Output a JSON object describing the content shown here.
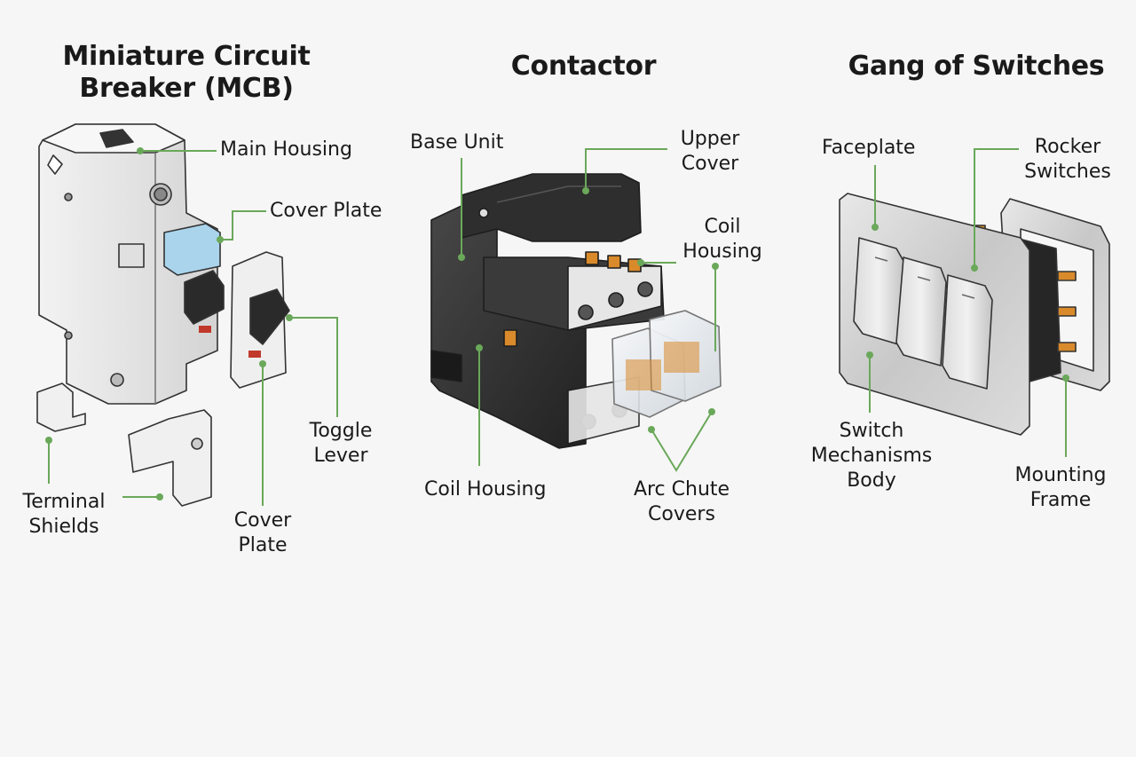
{
  "colors": {
    "background": "#f6f6f6",
    "leader_line": "#6aa85a",
    "housing_light": "#e9e9e9",
    "housing_dark": "#2f2f2f",
    "accent_blue": "#a9d4ec",
    "accent_orange": "#d98a2b",
    "steel": "#c9c9c9"
  },
  "panels": {
    "mcb": {
      "title_line1": "Miniature Circuit",
      "title_line2": "Breaker (MCB)",
      "labels": {
        "main_housing": "Main Housing",
        "cover_plate_top": "Cover Plate",
        "toggle_lever_1": "Toggle",
        "toggle_lever_2": "Lever",
        "terminal_shields_1": "Terminal",
        "terminal_shields_2": "Shields",
        "cover_plate_bottom_1": "Cover",
        "cover_plate_bottom_2": "Plate"
      }
    },
    "contactor": {
      "title": "Contactor",
      "labels": {
        "base_unit": "Base Unit",
        "upper_cover_1": "Upper",
        "upper_cover_2": "Cover",
        "coil_housing_right_1": "Coil",
        "coil_housing_right_2": "Housing",
        "coil_housing_bottom": "Coil Housing",
        "arc_chute_1": "Arc Chute",
        "arc_chute_2": "Covers"
      }
    },
    "switches": {
      "title": "Gang of Switches",
      "labels": {
        "faceplate": "Faceplate",
        "rocker_1": "Rocker",
        "rocker_2": "Switches",
        "switch_mech_1": "Switch",
        "switch_mech_2": "Mechanisms",
        "switch_mech_3": "Body",
        "mounting_1": "Mounting",
        "mounting_2": "Frame"
      }
    }
  }
}
